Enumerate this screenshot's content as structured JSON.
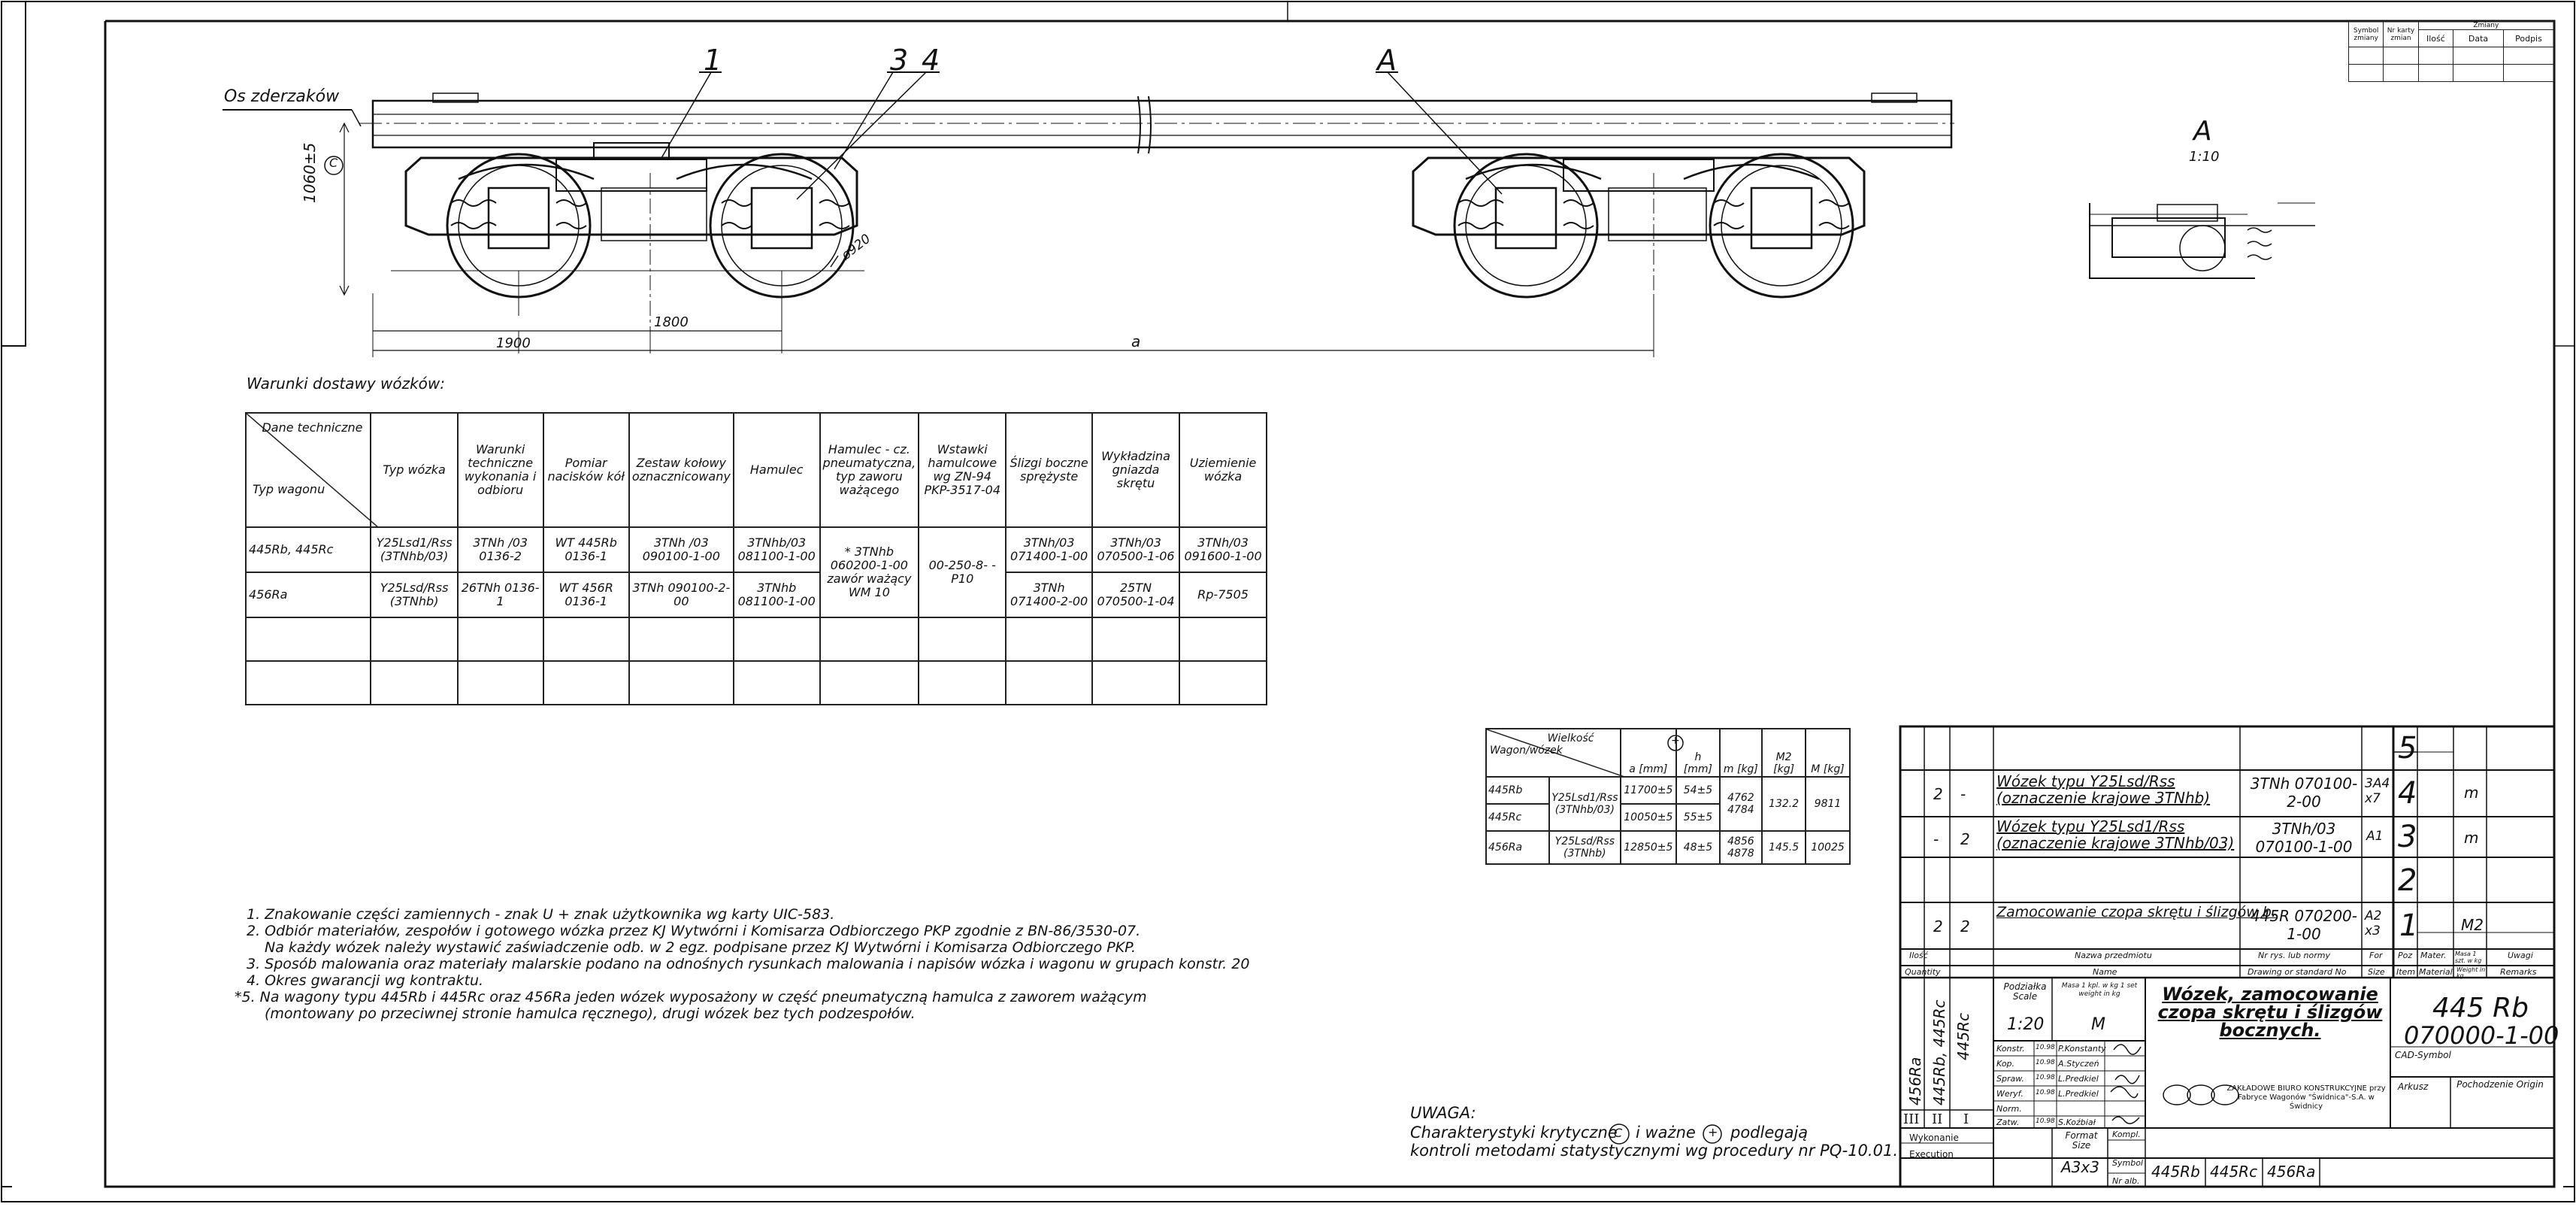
{
  "drawing": {
    "axis_label": "Os zderzaków",
    "height_dim": "1060±5",
    "critical_symbol": "C",
    "important_symbol": "+",
    "callouts": [
      "1",
      "3",
      "4",
      "A"
    ],
    "wheel_dim": "ø920",
    "dims": {
      "d1": "1900",
      "d2": "1800",
      "d3": "a"
    },
    "view_label": "A",
    "view_scale": "1:10"
  },
  "conditions": {
    "title": "Warunki dostawy wózków:",
    "corner_top": "Dane techniczne",
    "corner_bottom": "Typ wagonu",
    "headers": [
      "Typ wózka",
      "Warunki techniczne wykonania i odbioru",
      "Pomiar nacisków kół",
      "Zestaw kołowy oznacznicowany",
      "Hamulec",
      "Hamulec - cz. pneumatyczna, typ zaworu ważącego",
      "Wstawki hamulcowe wg ZN-94 PKP-3517-04",
      "Ślizgi boczne sprężyste",
      "Wykładzina gniazda skrętu",
      "Uziemienie wózka"
    ],
    "rows": [
      {
        "wagon": "445Rb, 445Rc",
        "cells": [
          "Y25Lsd1/Rss (3TNhb/03)",
          "3TNh /03 0136-2",
          "WT 445Rb 0136-1",
          "3TNh /03 090100-1-00",
          "3TNhb/03 081100-1-00",
          "* 3TNhb 060200-1-00 zawór ważący WM 10",
          "00-250-8- -P10",
          "3TNh/03 071400-1-00",
          "3TNh/03 070500-1-06",
          "3TNh/03 091600-1-00"
        ]
      },
      {
        "wagon": "456Ra",
        "cells": [
          "Y25Lsd/Rss (3TNhb)",
          "26TNh 0136-1",
          "WT 456R 0136-1",
          "3TNh 090100-2-00",
          "3TNhb 081100-1-00",
          "",
          "",
          "3TNh 071400-2-00",
          "25TN 070500-1-04",
          "Rp-7505"
        ]
      }
    ]
  },
  "dims_table": {
    "corner_top": "Wielkość",
    "corner_bottom": "Wagon/wózek",
    "headers": [
      "a [mm]",
      "h [mm]",
      "m [kg]",
      "M2 [kg]",
      "M [kg]"
    ],
    "h_symbol": "+",
    "rows": [
      {
        "wagon": "445Rb",
        "bogie": "Y25Lsd1/Rss (3TNhb/03)",
        "a": "11700±5",
        "h": "54±5",
        "m": "4762 4784",
        "m2": "132.2",
        "M": "9811"
      },
      {
        "wagon": "445Rc",
        "a": "10050±5",
        "h": "55±5"
      },
      {
        "wagon": "456Ra",
        "bogie": "Y25Lsd/Rss (3TNhb)",
        "a": "12850±5",
        "h": "48±5",
        "m": "4856 4878",
        "m2": "145.5",
        "M": "10025"
      }
    ]
  },
  "notes": [
    "1. Znakowanie części zamiennych - znak U + znak użytkownika wg karty UIC-583.",
    "2. Odbiór materiałów, zespołów i gotowego wózka przez KJ Wytwórni i Komisarza Odbiorczego PKP zgodnie z BN-86/3530-07.",
    "Na każdy wózek należy wystawić zaświadczenie odb. w 2 egz. podpisane przez KJ Wytwórni i Komisarza Odbiorczego PKP.",
    "3. Sposób malowania oraz materiały malarskie podano na odnośnych rysunkach malowania i napisów wózka i wagonu w grupach konstr. 20",
    "4. Okres gwarancji wg kontraktu.",
    "*5. Na wagony typu 445Rb i 445Rc oraz 456Ra jeden wózek wyposażony w część pneumatyczną hamulca z zaworem ważącym",
    "(montowany po przeciwnej stronie hamulca ręcznego), drugi wózek bez tych podzespołów."
  ],
  "uwaga": {
    "title": "UWAGA:",
    "line1_a": "Charakterystyki krytyczne",
    "line1_b": "i ważne",
    "line1_c": "podlegają",
    "line2": "kontroli metodami statystycznymi wg procedury nr PQ-10.01."
  },
  "revision": {
    "header_top": "Zmiany",
    "headers": [
      "Symbol zmiany",
      "Nr karty zmian",
      "Ilość",
      "Data",
      "Podpis"
    ]
  },
  "parts": [
    {
      "pos": "5",
      "qty1": "",
      "qty2": "",
      "name": "",
      "no": "",
      "fmt": "",
      "mat": "",
      "rem": ""
    },
    {
      "pos": "4",
      "qty1": "2",
      "qty2": "-",
      "name": "Wózek typu Y25Lsd/Rss (oznaczenie krajowe 3TNhb)",
      "no": "3TNh 070100-2-00",
      "fmt": "3A4 x7",
      "mat": "m",
      "rem": ""
    },
    {
      "pos": "3",
      "qty1": "-",
      "qty2": "2",
      "name": "Wózek typu Y25Lsd1/Rss (oznaczenie krajowe 3TNhb/03)",
      "no": "3TNh/03 070100-1-00",
      "fmt": "A1",
      "mat": "m",
      "rem": ""
    },
    {
      "pos": "2",
      "qty1": "",
      "qty2": "",
      "name": "",
      "no": "",
      "fmt": "",
      "mat": "",
      "rem": ""
    },
    {
      "pos": "1",
      "qty1": "2",
      "qty2": "2",
      "name": "Zamocowanie czopa skrętu i ślizgów b.",
      "no": "445R 070200-1-00",
      "fmt": "A2 x3",
      "mat": "M2",
      "rem": ""
    }
  ],
  "parts_header": {
    "qty": "Ilość",
    "qty_en": "Quantity",
    "name": "Nazwa przedmiotu",
    "name_en": "Name",
    "no": "Nr rys. lub normy",
    "no_en": "Drawing or standard No",
    "fmt": "For",
    "fmt_en": "Size",
    "pos": "Poz",
    "pos_en": "Item",
    "mat": "Mater.",
    "mat_en": "Material",
    "mass": "Masa 1 szt. w kg",
    "mass_en": "Weight in kg",
    "rem": "Uwagi",
    "rem_en": "Remarks"
  },
  "title_block": {
    "scale_label": "Podziałka Scale",
    "scale": "1:20",
    "mass_label": "Masa 1 kpl. w kg 1 set weight in kg",
    "mass": "M",
    "title": "Wózek, zamocowanie czopa skrętu i ślizgów bocznych.",
    "drawing_name": "445 Rb",
    "drawing_no": "070000-1-00",
    "cad_label": "CAD-Symbol",
    "sheet_label": "Arkusz",
    "origin_label": "Pochodzenie Origin",
    "company": "ZAKŁADOWE BIURO KONSTRUKCYJNE przy Fabryce Wagonów \"Świdnica\"-S.A. w Świdnicy",
    "wagon_types": [
      "445Rc",
      "445Rb, 445Rc",
      "456Ra"
    ],
    "roles": [
      {
        "role": "Konstr.",
        "date": "10.98",
        "name": "P.Konstanty"
      },
      {
        "role": "Kop.",
        "date": "10.98",
        "name": "A.Styczeń"
      },
      {
        "role": "Spraw.",
        "date": "10.98",
        "name": "L.Predkiel"
      },
      {
        "role": "Weryf.",
        "date": "10.98",
        "name": "L.Predkiel"
      },
      {
        "role": "Norm.",
        "date": "",
        "name": ""
      },
      {
        "role": "Zatw.",
        "date": "10.98",
        "name": "S.Koźbiał"
      }
    ],
    "variants": [
      "III",
      "II",
      "I"
    ],
    "execution_label": "Wykonanie Execution",
    "format_label": "Format Size",
    "format": "A3x3",
    "kompl_label": "Kompl.",
    "symbol_label": "Symbol",
    "nr_alb_label": "Nr alb.",
    "symbols": [
      "445Rb",
      "445Rc",
      "456Ra"
    ]
  }
}
